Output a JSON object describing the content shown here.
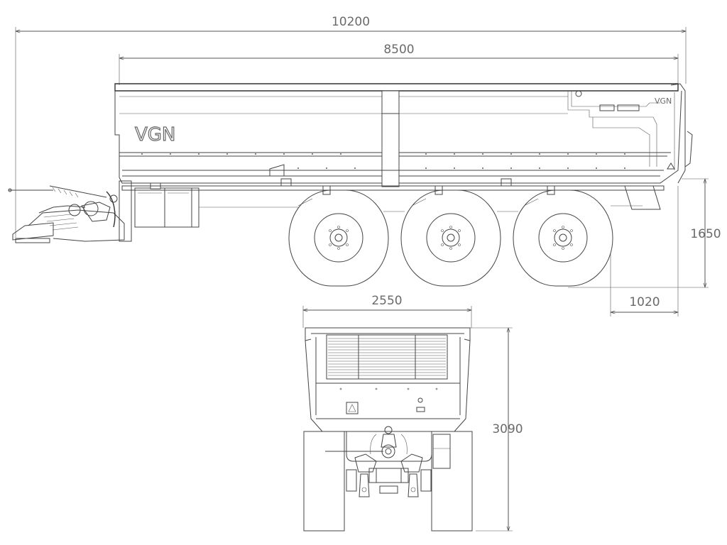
{
  "dimensions": {
    "overall_length": "10200",
    "body_length": "8500",
    "height": "1650",
    "rear_overhang": "1020",
    "width": "2550",
    "overall_height_rear": "3090"
  },
  "logo": {
    "side_text": "VGN",
    "small_text": "VGN"
  },
  "colors": {
    "line": "#444444",
    "dimension_text": "#6a6a6a",
    "background": "#ffffff"
  }
}
